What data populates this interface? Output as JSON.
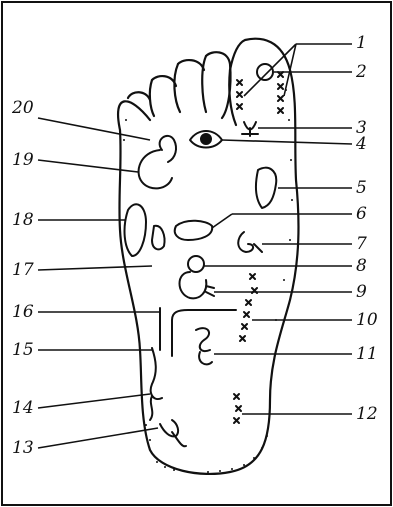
{
  "figure": {
    "labels": [
      {
        "id": 1,
        "text": "1"
      },
      {
        "id": 2,
        "text": "2"
      },
      {
        "id": 3,
        "text": "3"
      },
      {
        "id": 4,
        "text": "4"
      },
      {
        "id": 5,
        "text": "5"
      },
      {
        "id": 6,
        "text": "6"
      },
      {
        "id": 7,
        "text": "7"
      },
      {
        "id": 8,
        "text": "8"
      },
      {
        "id": 9,
        "text": "9"
      },
      {
        "id": 10,
        "text": "10"
      },
      {
        "id": 11,
        "text": "11"
      },
      {
        "id": 12,
        "text": "12"
      },
      {
        "id": 13,
        "text": "13"
      },
      {
        "id": 14,
        "text": "14"
      },
      {
        "id": 15,
        "text": "15"
      },
      {
        "id": 16,
        "text": "16"
      },
      {
        "id": 17,
        "text": "17"
      },
      {
        "id": 18,
        "text": "18"
      },
      {
        "id": 19,
        "text": "19"
      },
      {
        "id": 20,
        "text": "20"
      }
    ]
  }
}
